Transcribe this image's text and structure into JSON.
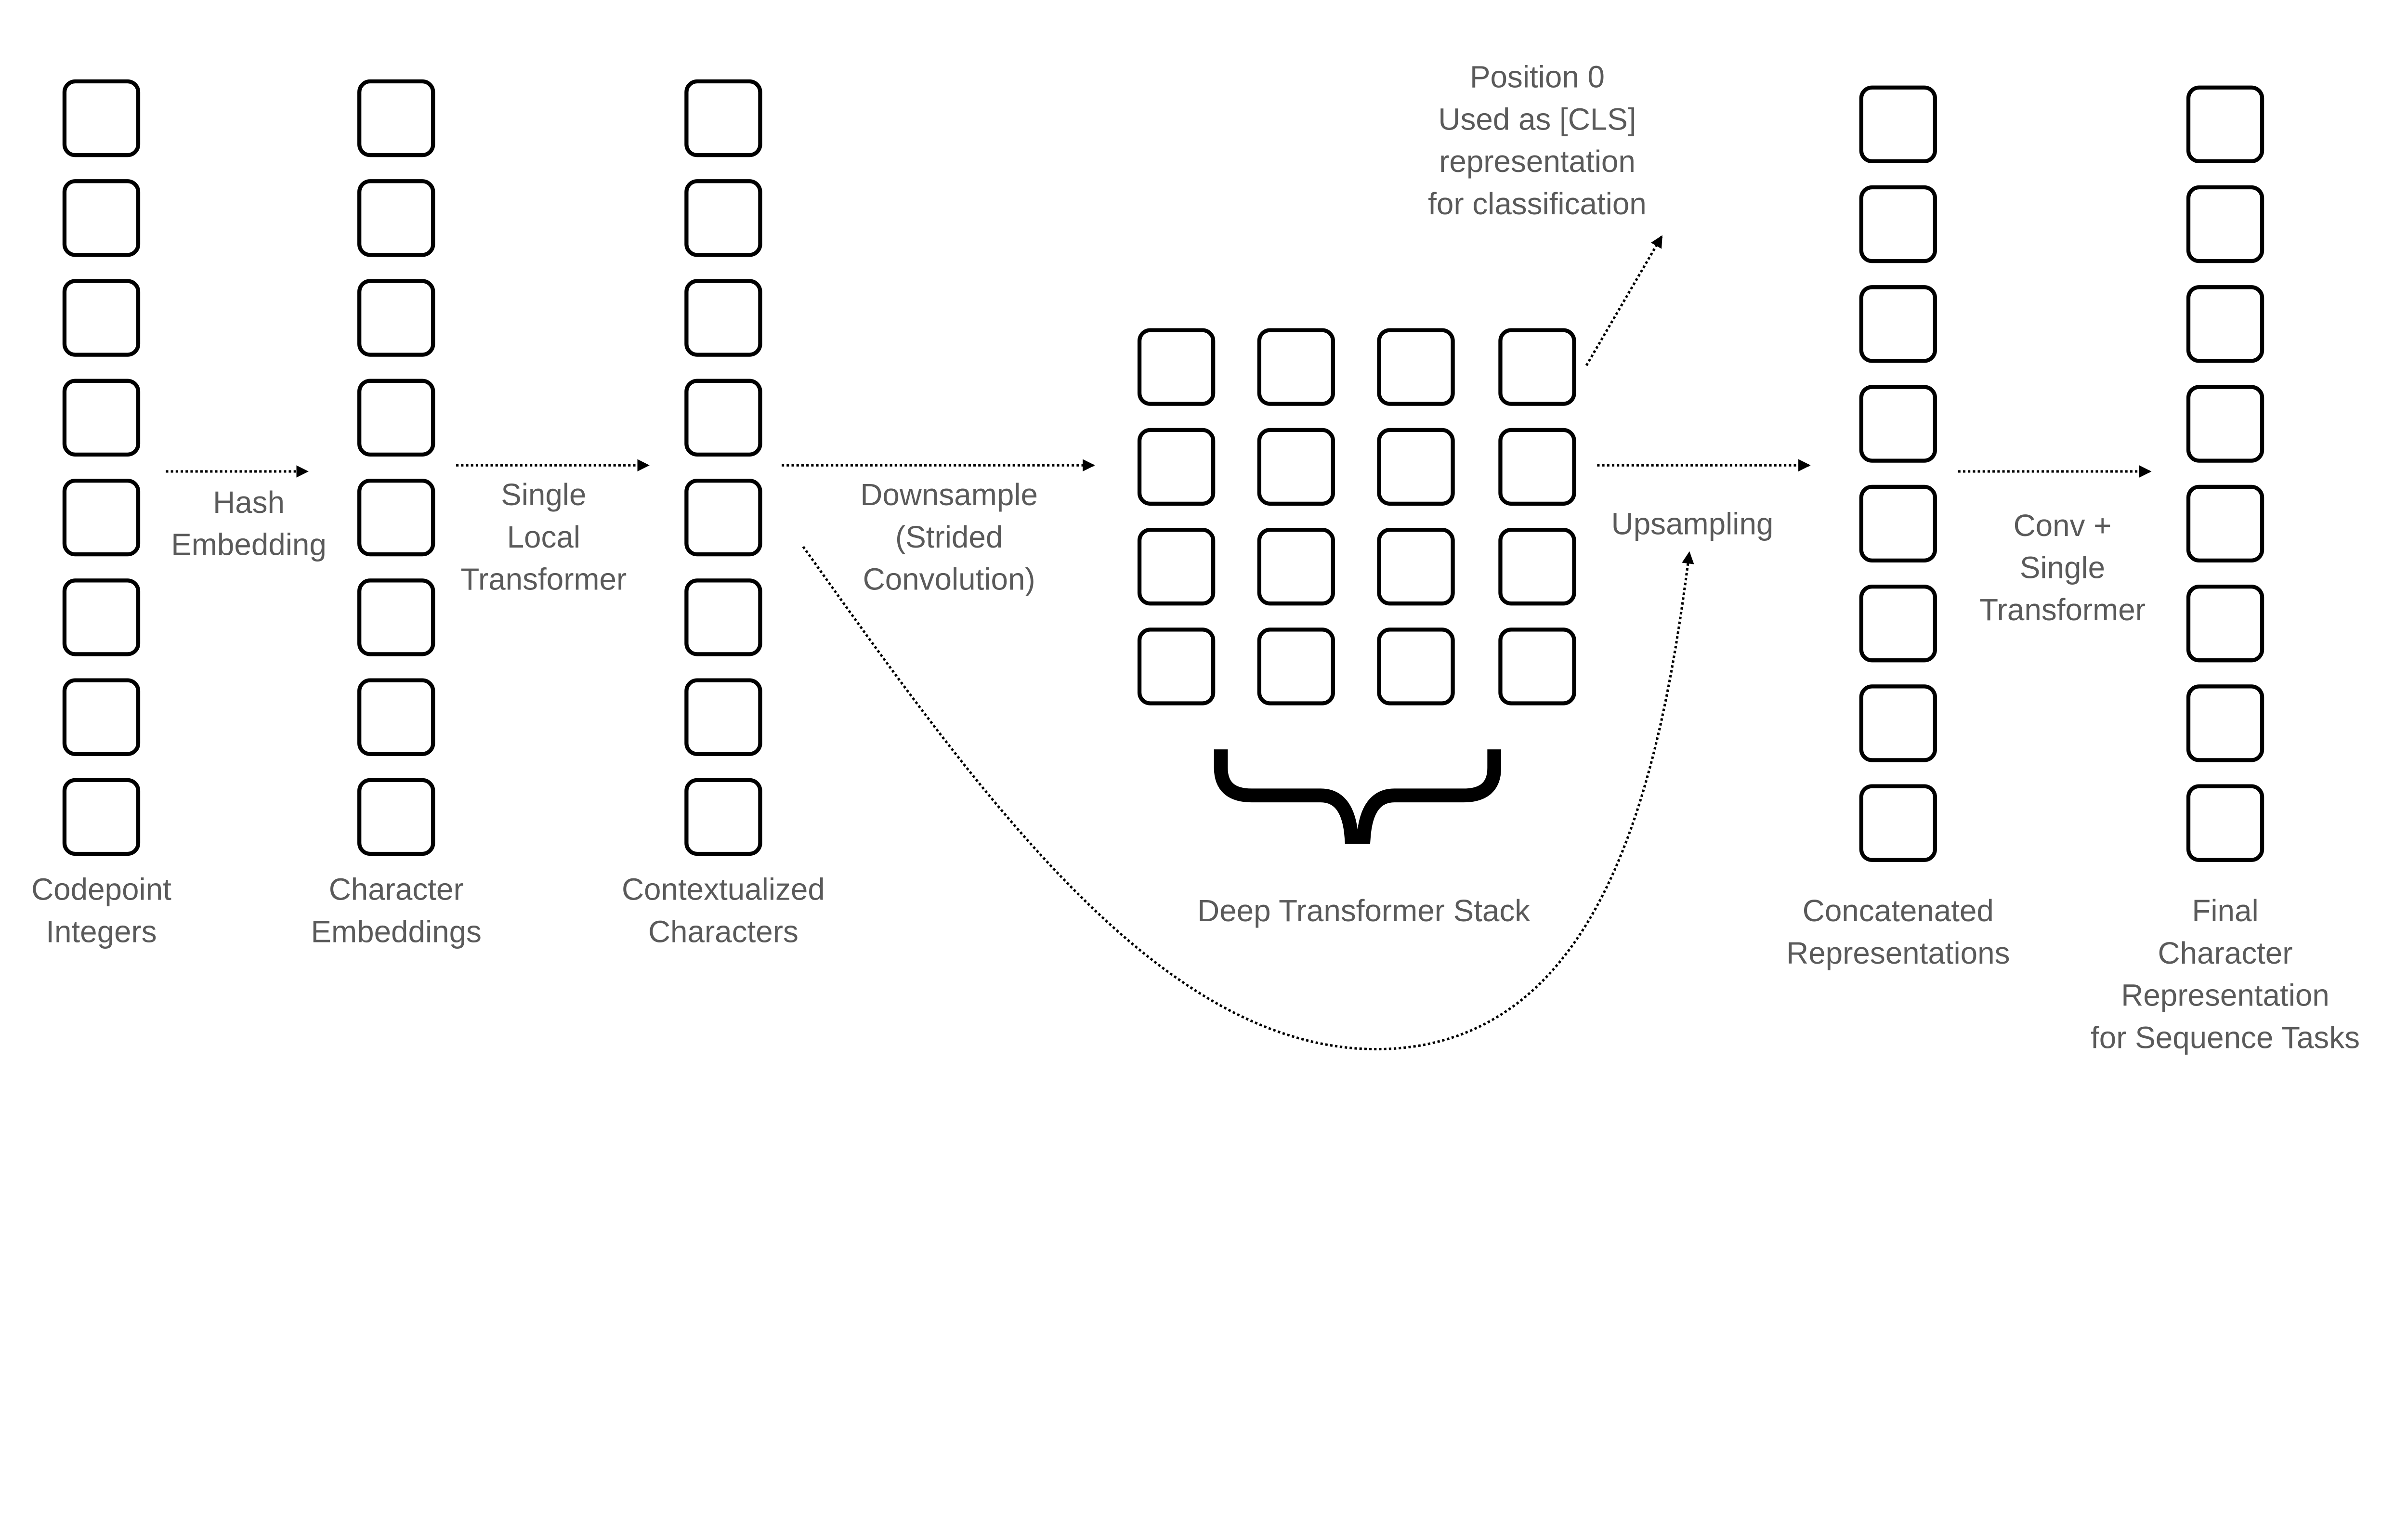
{
  "columns": [
    {
      "id": "codepoint",
      "lines": [
        "Codepoint",
        "Integers"
      ]
    },
    {
      "id": "char-emb",
      "lines": [
        "Character",
        "Embeddings"
      ]
    },
    {
      "id": "contextualized",
      "lines": [
        "Contextualized",
        "Characters"
      ]
    },
    {
      "id": "concatenated",
      "lines": [
        "Concatenated",
        "Representations"
      ]
    },
    {
      "id": "final",
      "lines": [
        "Final",
        "Character",
        "Representation",
        "for Sequence Tasks"
      ]
    }
  ],
  "arrows": {
    "hash": [
      "Hash",
      "Embedding"
    ],
    "local": [
      "Single",
      "Local",
      "Transformer"
    ],
    "downsample": [
      "Downsample",
      "(Strided",
      "Convolution)"
    ],
    "upsampling": [
      "Upsampling"
    ],
    "conv": [
      "Conv +",
      "Single",
      "Transformer"
    ]
  },
  "cls_note": [
    "Position 0",
    "Used as [CLS]",
    "representation",
    "for classification"
  ],
  "stack_label": "Deep Transformer Stack",
  "colors": {
    "text": "#5a5a5a",
    "stroke": "#000000"
  }
}
